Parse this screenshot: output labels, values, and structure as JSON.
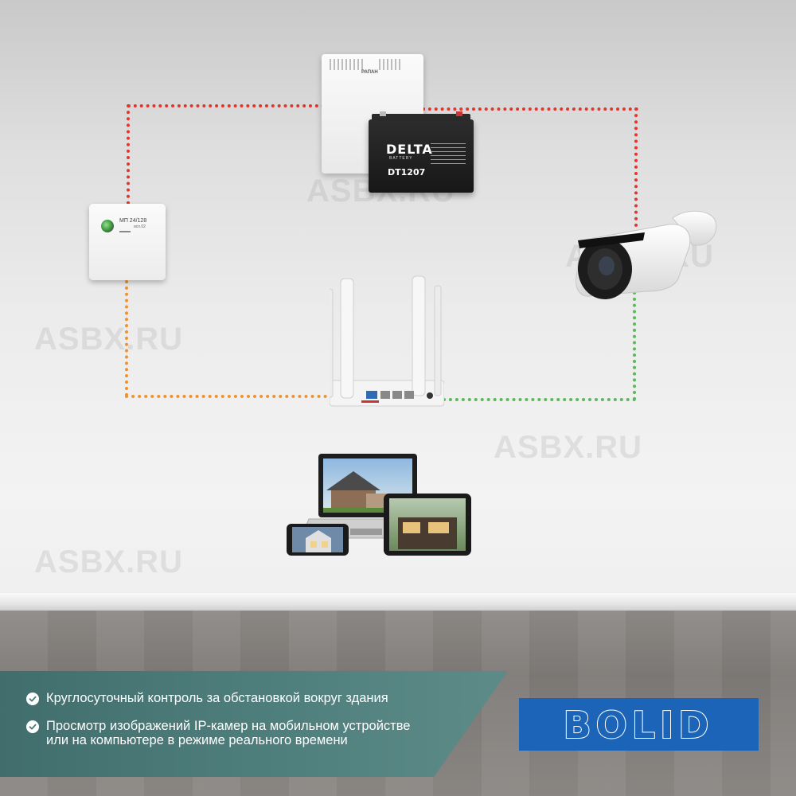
{
  "watermark": "ASBX.RU",
  "devices": {
    "power_box": {
      "model": "МП 24/128",
      "sub": "исп.02"
    },
    "ups": {
      "brand": "РАПАН"
    },
    "battery": {
      "brand": "DELTA",
      "brand_sub": "BATTERY",
      "model": "DT1207"
    }
  },
  "wires": {
    "power_color": "#e4342b",
    "lan_orange_color": "#f0922e",
    "lan_green_color": "#5cb85c"
  },
  "features": [
    "Круглосуточный контроль за обстановкой вокруг здания",
    "Просмотр изображений IP-камер на мобильном устройстве или на компьютере в режиме реального времени"
  ],
  "logo": {
    "text": "BOLID",
    "color": "#1c64b8"
  }
}
